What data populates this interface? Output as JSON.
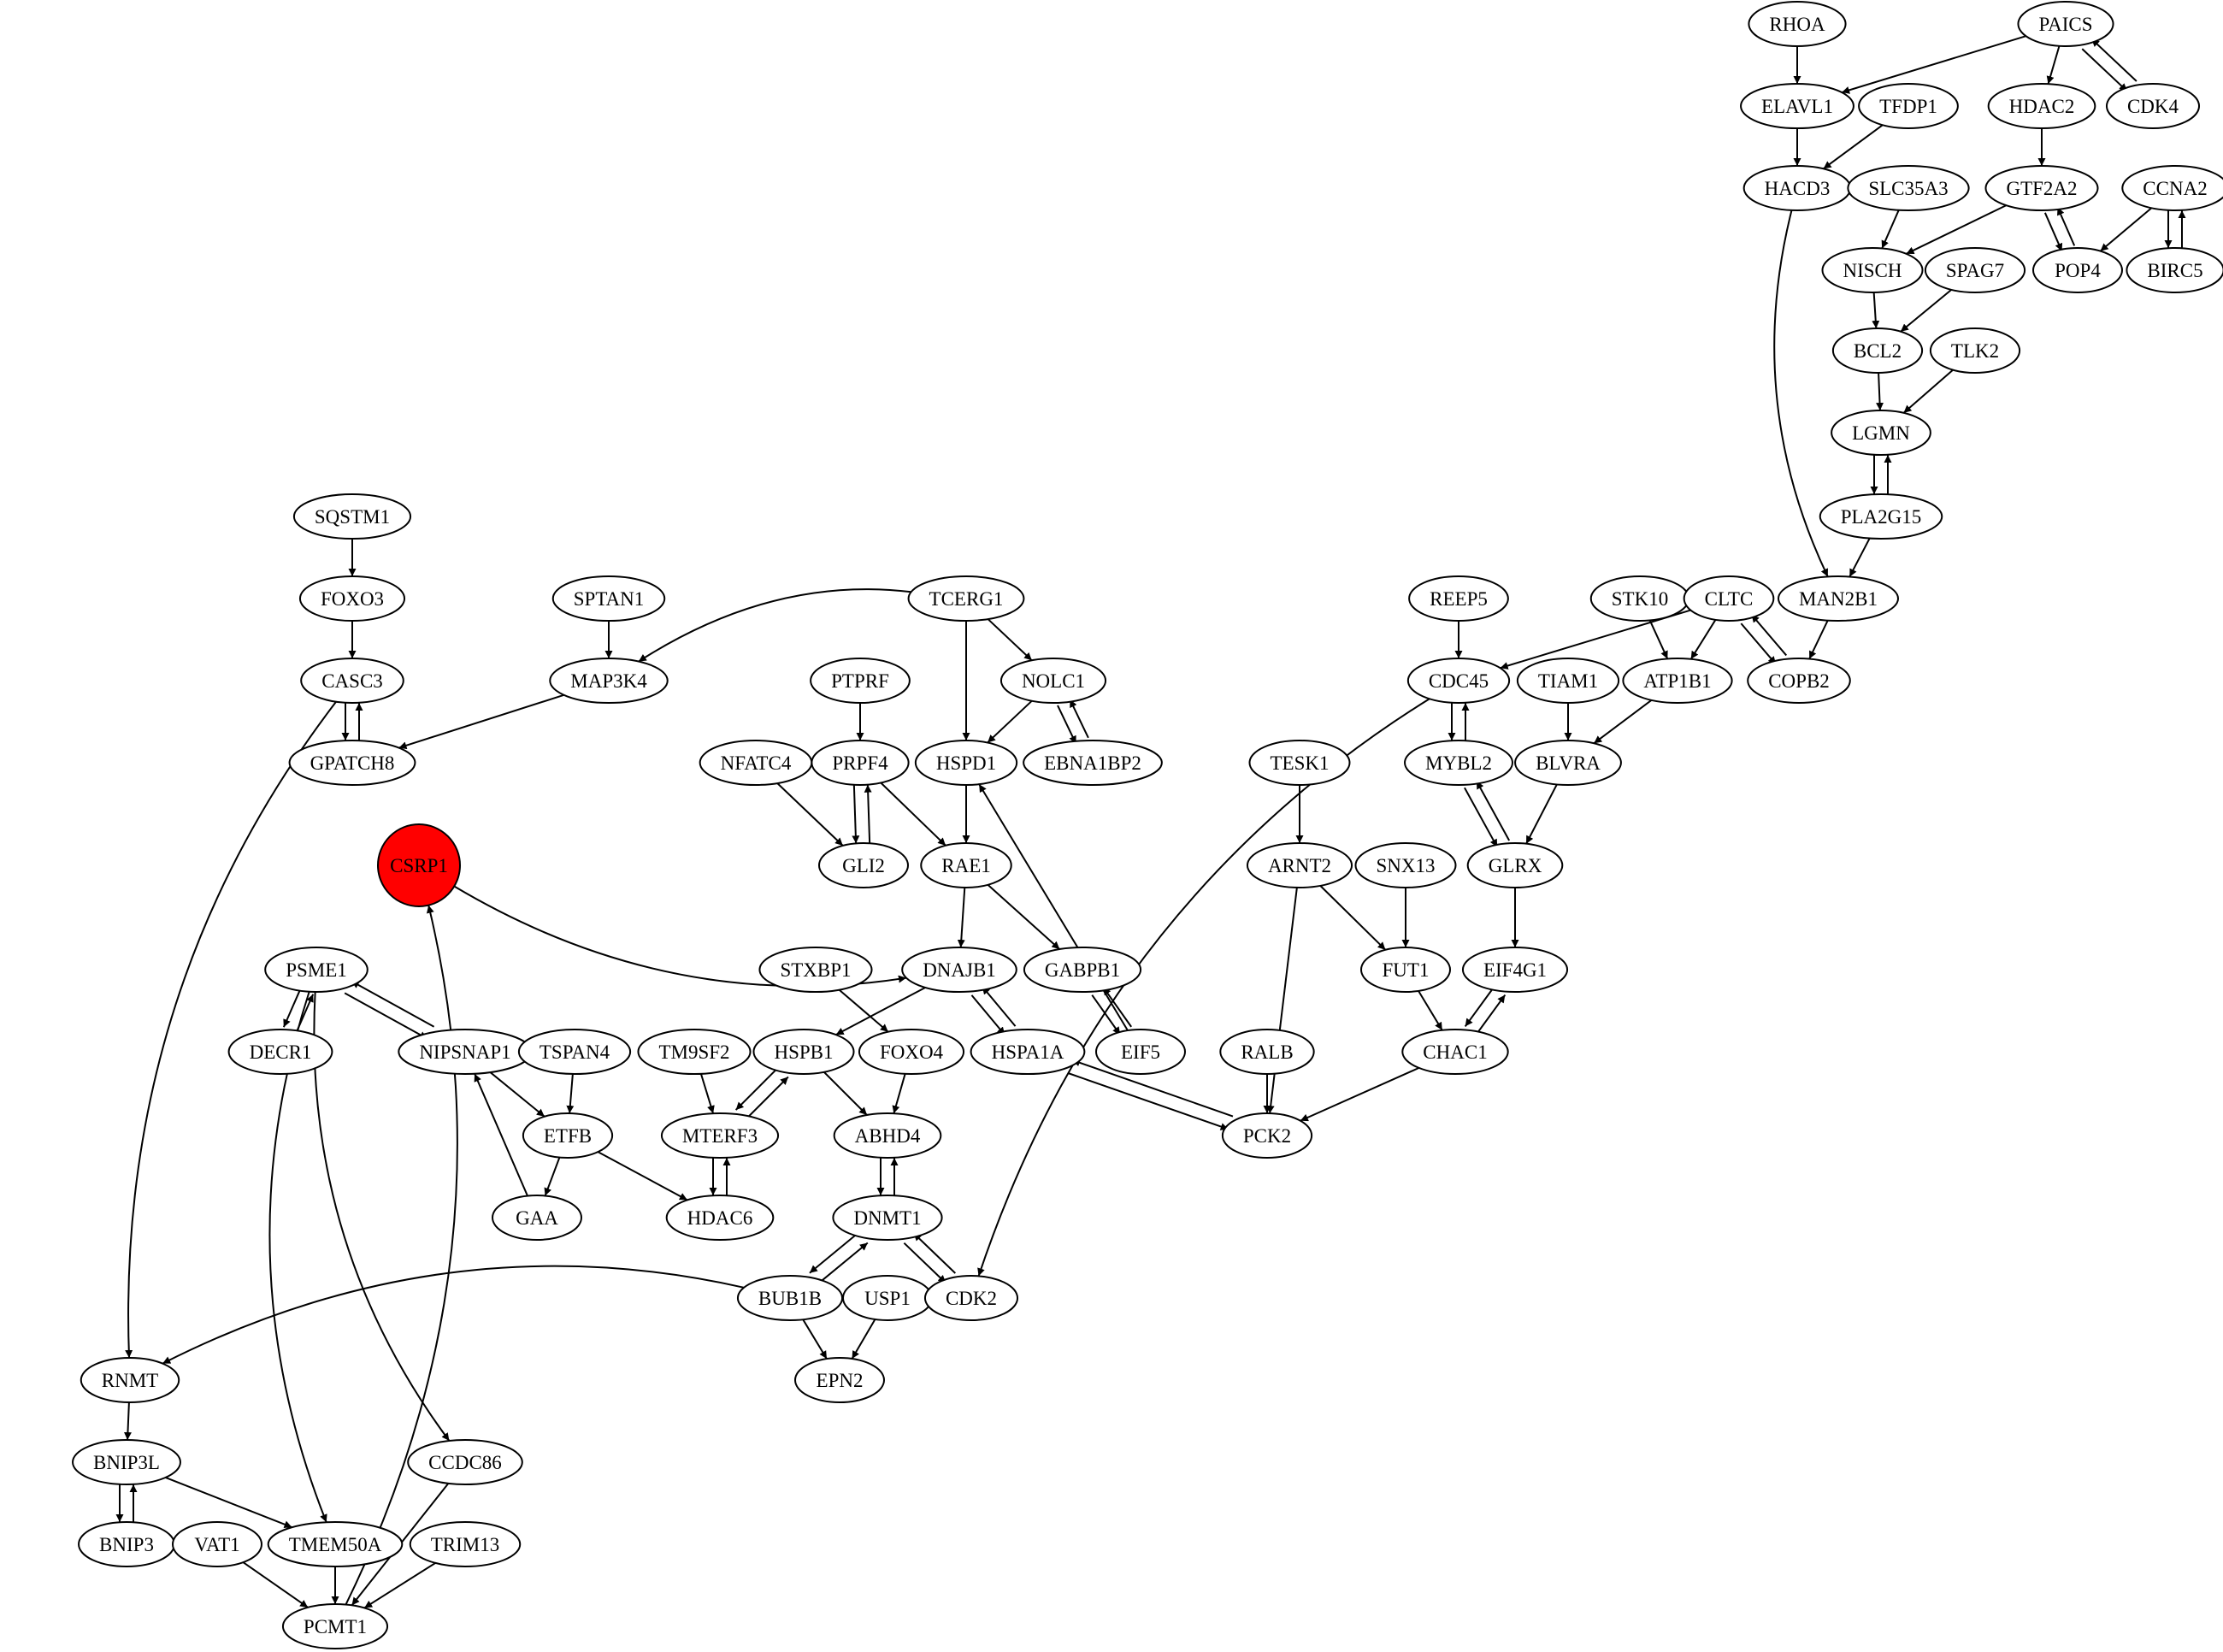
{
  "graph": {
    "highlight_fill": "#ff0000",
    "edge_color": "#000000",
    "nodes": [
      {
        "id": "RHOA",
        "label": "RHOA"
      },
      {
        "id": "PAICS",
        "label": "PAICS"
      },
      {
        "id": "ELAVL1",
        "label": "ELAVL1"
      },
      {
        "id": "TFDP1",
        "label": "TFDP1"
      },
      {
        "id": "HDAC2",
        "label": "HDAC2"
      },
      {
        "id": "CDK4",
        "label": "CDK4"
      },
      {
        "id": "HACD3",
        "label": "HACD3"
      },
      {
        "id": "SLC35A3",
        "label": "SLC35A3"
      },
      {
        "id": "GTF2A2",
        "label": "GTF2A2"
      },
      {
        "id": "CCNA2",
        "label": "CCNA2"
      },
      {
        "id": "NISCH",
        "label": "NISCH"
      },
      {
        "id": "SPAG7",
        "label": "SPAG7"
      },
      {
        "id": "POP4",
        "label": "POP4"
      },
      {
        "id": "BIRC5",
        "label": "BIRC5"
      },
      {
        "id": "BCL2",
        "label": "BCL2"
      },
      {
        "id": "TLK2",
        "label": "TLK2"
      },
      {
        "id": "LGMN",
        "label": "LGMN"
      },
      {
        "id": "PLA2G15",
        "label": "PLA2G15"
      },
      {
        "id": "SQSTM1",
        "label": "SQSTM1"
      },
      {
        "id": "FOXO3",
        "label": "FOXO3"
      },
      {
        "id": "SPTAN1",
        "label": "SPTAN1"
      },
      {
        "id": "TCERG1",
        "label": "TCERG1"
      },
      {
        "id": "REEP5",
        "label": "REEP5"
      },
      {
        "id": "STK10",
        "label": "STK10"
      },
      {
        "id": "CLTC",
        "label": "CLTC"
      },
      {
        "id": "MAN2B1",
        "label": "MAN2B1"
      },
      {
        "id": "CASC3",
        "label": "CASC3"
      },
      {
        "id": "MAP3K4",
        "label": "MAP3K4"
      },
      {
        "id": "PTPRF",
        "label": "PTPRF"
      },
      {
        "id": "NOLC1",
        "label": "NOLC1"
      },
      {
        "id": "CDC45",
        "label": "CDC45"
      },
      {
        "id": "TIAM1",
        "label": "TIAM1"
      },
      {
        "id": "ATP1B1",
        "label": "ATP1B1"
      },
      {
        "id": "COPB2",
        "label": "COPB2"
      },
      {
        "id": "GPATCH8",
        "label": "GPATCH8"
      },
      {
        "id": "NFATC4",
        "label": "NFATC4"
      },
      {
        "id": "PRPF4",
        "label": "PRPF4"
      },
      {
        "id": "HSPD1",
        "label": "HSPD1"
      },
      {
        "id": "EBNA1BP2",
        "label": "EBNA1BP2"
      },
      {
        "id": "TESK1",
        "label": "TESK1"
      },
      {
        "id": "MYBL2",
        "label": "MYBL2"
      },
      {
        "id": "BLVRA",
        "label": "BLVRA"
      },
      {
        "id": "CSRP1",
        "label": "CSRP1",
        "highlight": true
      },
      {
        "id": "GLI2",
        "label": "GLI2"
      },
      {
        "id": "RAE1",
        "label": "RAE1"
      },
      {
        "id": "ARNT2",
        "label": "ARNT2"
      },
      {
        "id": "SNX13",
        "label": "SNX13"
      },
      {
        "id": "GLRX",
        "label": "GLRX"
      },
      {
        "id": "PSME1",
        "label": "PSME1"
      },
      {
        "id": "STXBP1",
        "label": "STXBP1"
      },
      {
        "id": "DNAJB1",
        "label": "DNAJB1"
      },
      {
        "id": "GABPB1",
        "label": "GABPB1"
      },
      {
        "id": "FUT1",
        "label": "FUT1"
      },
      {
        "id": "EIF4G1",
        "label": "EIF4G1"
      },
      {
        "id": "DECR1",
        "label": "DECR1"
      },
      {
        "id": "NIPSNAP1",
        "label": "NIPSNAP1"
      },
      {
        "id": "TSPAN4",
        "label": "TSPAN4"
      },
      {
        "id": "TM9SF2",
        "label": "TM9SF2"
      },
      {
        "id": "HSPB1",
        "label": "HSPB1"
      },
      {
        "id": "FOXO4",
        "label": "FOXO4"
      },
      {
        "id": "HSPA1A",
        "label": "HSPA1A"
      },
      {
        "id": "EIF5",
        "label": "EIF5"
      },
      {
        "id": "RALB",
        "label": "RALB"
      },
      {
        "id": "CHAC1",
        "label": "CHAC1"
      },
      {
        "id": "ETFB",
        "label": "ETFB"
      },
      {
        "id": "MTERF3",
        "label": "MTERF3"
      },
      {
        "id": "ABHD4",
        "label": "ABHD4"
      },
      {
        "id": "PCK2",
        "label": "PCK2"
      },
      {
        "id": "GAA",
        "label": "GAA"
      },
      {
        "id": "HDAC6",
        "label": "HDAC6"
      },
      {
        "id": "DNMT1",
        "label": "DNMT1"
      },
      {
        "id": "BUB1B",
        "label": "BUB1B"
      },
      {
        "id": "USP1",
        "label": "USP1"
      },
      {
        "id": "CDK2",
        "label": "CDK2"
      },
      {
        "id": "RNMT",
        "label": "RNMT"
      },
      {
        "id": "EPN2",
        "label": "EPN2"
      },
      {
        "id": "BNIP3L",
        "label": "BNIP3L"
      },
      {
        "id": "CCDC86",
        "label": "CCDC86"
      },
      {
        "id": "BNIP3",
        "label": "BNIP3"
      },
      {
        "id": "VAT1",
        "label": "VAT1"
      },
      {
        "id": "TMEM50A",
        "label": "TMEM50A"
      },
      {
        "id": "TRIM13",
        "label": "TRIM13"
      },
      {
        "id": "PCMT1",
        "label": "PCMT1"
      }
    ],
    "edges": [
      {
        "from": "RHOA",
        "to": "ELAVL1"
      },
      {
        "from": "PAICS",
        "to": "ELAVL1"
      },
      {
        "from": "PAICS",
        "to": "HDAC2"
      },
      {
        "from": "PAICS",
        "to": "CDK4"
      },
      {
        "from": "CDK4",
        "to": "PAICS"
      },
      {
        "from": "ELAVL1",
        "to": "HACD3"
      },
      {
        "from": "TFDP1",
        "to": "HACD3"
      },
      {
        "from": "HDAC2",
        "to": "GTF2A2"
      },
      {
        "from": "SLC35A3",
        "to": "NISCH"
      },
      {
        "from": "GTF2A2",
        "to": "NISCH"
      },
      {
        "from": "GTF2A2",
        "to": "POP4"
      },
      {
        "from": "POP4",
        "to": "GTF2A2"
      },
      {
        "from": "CCNA2",
        "to": "POP4"
      },
      {
        "from": "CCNA2",
        "to": "BIRC5"
      },
      {
        "from": "BIRC5",
        "to": "CCNA2"
      },
      {
        "from": "NISCH",
        "to": "BCL2"
      },
      {
        "from": "SPAG7",
        "to": "BCL2"
      },
      {
        "from": "BCL2",
        "to": "LGMN"
      },
      {
        "from": "TLK2",
        "to": "LGMN"
      },
      {
        "from": "LGMN",
        "to": "PLA2G15"
      },
      {
        "from": "PLA2G15",
        "to": "LGMN"
      },
      {
        "from": "PLA2G15",
        "to": "MAN2B1"
      },
      {
        "from": "HACD3",
        "to": "MAN2B1"
      },
      {
        "from": "MAN2B1",
        "to": "COPB2"
      },
      {
        "from": "CLTC",
        "to": "COPB2"
      },
      {
        "from": "COPB2",
        "to": "CLTC"
      },
      {
        "from": "CLTC",
        "to": "ATP1B1"
      },
      {
        "from": "CLTC",
        "to": "CDC45"
      },
      {
        "from": "STK10",
        "to": "ATP1B1"
      },
      {
        "from": "REEP5",
        "to": "CDC45"
      },
      {
        "from": "ATP1B1",
        "to": "BLVRA"
      },
      {
        "from": "TIAM1",
        "to": "BLVRA"
      },
      {
        "from": "CDC45",
        "to": "MYBL2"
      },
      {
        "from": "MYBL2",
        "to": "CDC45"
      },
      {
        "from": "CDC45",
        "to": "CDK2"
      },
      {
        "from": "MYBL2",
        "to": "GLRX"
      },
      {
        "from": "GLRX",
        "to": "MYBL2"
      },
      {
        "from": "BLVRA",
        "to": "GLRX"
      },
      {
        "from": "GLRX",
        "to": "EIF4G1"
      },
      {
        "from": "EIF4G1",
        "to": "CHAC1"
      },
      {
        "from": "CHAC1",
        "to": "EIF4G1"
      },
      {
        "from": "TESK1",
        "to": "ARNT2"
      },
      {
        "from": "ARNT2",
        "to": "FUT1"
      },
      {
        "from": "ARNT2",
        "to": "PCK2"
      },
      {
        "from": "SNX13",
        "to": "FUT1"
      },
      {
        "from": "FUT1",
        "to": "CHAC1"
      },
      {
        "from": "CHAC1",
        "to": "PCK2"
      },
      {
        "from": "RALB",
        "to": "PCK2"
      },
      {
        "from": "HSPA1A",
        "to": "PCK2"
      },
      {
        "from": "PCK2",
        "to": "HSPA1A"
      },
      {
        "from": "SQSTM1",
        "to": "FOXO3"
      },
      {
        "from": "FOXO3",
        "to": "CASC3"
      },
      {
        "from": "CASC3",
        "to": "GPATCH8"
      },
      {
        "from": "GPATCH8",
        "to": "CASC3"
      },
      {
        "from": "CASC3",
        "to": "RNMT"
      },
      {
        "from": "SPTAN1",
        "to": "MAP3K4"
      },
      {
        "from": "TCERG1",
        "to": "MAP3K4"
      },
      {
        "from": "MAP3K4",
        "to": "GPATCH8"
      },
      {
        "from": "TCERG1",
        "to": "HSPD1"
      },
      {
        "from": "TCERG1",
        "to": "NOLC1"
      },
      {
        "from": "NOLC1",
        "to": "HSPD1"
      },
      {
        "from": "NOLC1",
        "to": "EBNA1BP2"
      },
      {
        "from": "EBNA1BP2",
        "to": "NOLC1"
      },
      {
        "from": "PTPRF",
        "to": "PRPF4"
      },
      {
        "from": "PRPF4",
        "to": "GLI2"
      },
      {
        "from": "GLI2",
        "to": "PRPF4"
      },
      {
        "from": "NFATC4",
        "to": "GLI2"
      },
      {
        "from": "PRPF4",
        "to": "RAE1"
      },
      {
        "from": "HSPD1",
        "to": "RAE1"
      },
      {
        "from": "RAE1",
        "to": "DNAJB1"
      },
      {
        "from": "RAE1",
        "to": "GABPB1"
      },
      {
        "from": "GABPB1",
        "to": "EIF5"
      },
      {
        "from": "EIF5",
        "to": "GABPB1"
      },
      {
        "from": "EIF5",
        "to": "HSPD1"
      },
      {
        "from": "CSRP1",
        "to": "DNAJB1"
      },
      {
        "from": "PCMT1",
        "to": "CSRP1"
      },
      {
        "from": "DNAJB1",
        "to": "HSPA1A"
      },
      {
        "from": "HSPA1A",
        "to": "DNAJB1"
      },
      {
        "from": "DNAJB1",
        "to": "HSPB1"
      },
      {
        "from": "STXBP1",
        "to": "FOXO4"
      },
      {
        "from": "FOXO4",
        "to": "ABHD4"
      },
      {
        "from": "HSPB1",
        "to": "ABHD4"
      },
      {
        "from": "HSPB1",
        "to": "MTERF3"
      },
      {
        "from": "MTERF3",
        "to": "HSPB1"
      },
      {
        "from": "TM9SF2",
        "to": "MTERF3"
      },
      {
        "from": "MTERF3",
        "to": "HDAC6"
      },
      {
        "from": "HDAC6",
        "to": "MTERF3"
      },
      {
        "from": "ABHD4",
        "to": "DNMT1"
      },
      {
        "from": "DNMT1",
        "to": "ABHD4"
      },
      {
        "from": "DNMT1",
        "to": "BUB1B"
      },
      {
        "from": "BUB1B",
        "to": "DNMT1"
      },
      {
        "from": "DNMT1",
        "to": "CDK2"
      },
      {
        "from": "CDK2",
        "to": "DNMT1"
      },
      {
        "from": "BUB1B",
        "to": "EPN2"
      },
      {
        "from": "USP1",
        "to": "EPN2"
      },
      {
        "from": "BUB1B",
        "to": "RNMT"
      },
      {
        "from": "PSME1",
        "to": "DECR1"
      },
      {
        "from": "DECR1",
        "to": "PSME1"
      },
      {
        "from": "PSME1",
        "to": "NIPSNAP1"
      },
      {
        "from": "NIPSNAP1",
        "to": "PSME1"
      },
      {
        "from": "PSME1",
        "to": "TMEM50A"
      },
      {
        "from": "PSME1",
        "to": "CCDC86"
      },
      {
        "from": "NIPSNAP1",
        "to": "ETFB"
      },
      {
        "from": "TSPAN4",
        "to": "ETFB"
      },
      {
        "from": "ETFB",
        "to": "GAA"
      },
      {
        "from": "ETFB",
        "to": "HDAC6"
      },
      {
        "from": "GAA",
        "to": "NIPSNAP1"
      },
      {
        "from": "RNMT",
        "to": "BNIP3L"
      },
      {
        "from": "BNIP3L",
        "to": "BNIP3"
      },
      {
        "from": "BNIP3",
        "to": "BNIP3L"
      },
      {
        "from": "BNIP3L",
        "to": "TMEM50A"
      },
      {
        "from": "TMEM50A",
        "to": "PCMT1"
      },
      {
        "from": "VAT1",
        "to": "PCMT1"
      },
      {
        "from": "TRIM13",
        "to": "PCMT1"
      },
      {
        "from": "CCDC86",
        "to": "PCMT1"
      }
    ]
  }
}
